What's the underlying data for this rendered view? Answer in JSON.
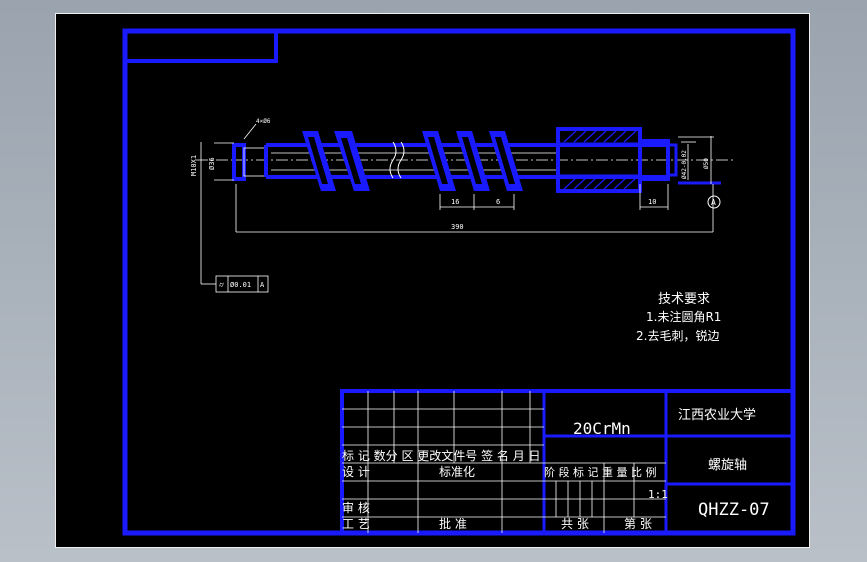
{
  "drawing": {
    "dimensions": {
      "thread_spec": "M10X1",
      "diameter": "Ø36",
      "tol_small": "4×Ø6",
      "length_16": "16",
      "length_6": "6",
      "length_10": "10",
      "total_length": "390",
      "right_dia_a": "Ø42-0.02",
      "right_dia_b": "Ø50"
    },
    "datum_label": "A",
    "tolerance_frame": {
      "symbol": "⌭",
      "value": "Ø0.01",
      "datum": "A"
    },
    "technical_requirements": {
      "heading": "技术要求",
      "items": [
        "1.未注圆角R1",
        "2.去毛刺，锐边"
      ]
    }
  },
  "title_block": {
    "material": "20CrMn",
    "school": "江西农业大学",
    "part_name": "螺旋轴",
    "drawing_number": "QHZZ-07",
    "scale_value": "1:1",
    "revision_header": "标 记 数分 区 更改文件号 签 名 月 日",
    "row_design": "设 计",
    "row_standard": "标准化",
    "row_review": "审 核",
    "row_process": "工 艺",
    "row_approve": "批 准",
    "stage_header": "阶 段 标 记 重 量 比 例",
    "total_sheets": "共 张",
    "sheet_no": "第 张"
  }
}
